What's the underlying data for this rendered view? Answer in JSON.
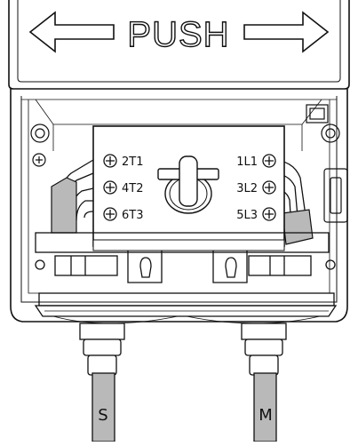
{
  "push_label": {
    "text": "PUSH",
    "left_arrow_icon": "arrow-left-icon",
    "right_arrow_icon": "arrow-right-icon"
  },
  "terminals": {
    "left": [
      "2T1",
      "4T2",
      "6T3"
    ],
    "right": [
      "1L1",
      "3L2",
      "5L3"
    ]
  },
  "cables": {
    "left": "S",
    "right": "M"
  },
  "colors": {
    "line": "#111111",
    "cable_fill": "#b9b9b9",
    "background": "#ffffff"
  }
}
